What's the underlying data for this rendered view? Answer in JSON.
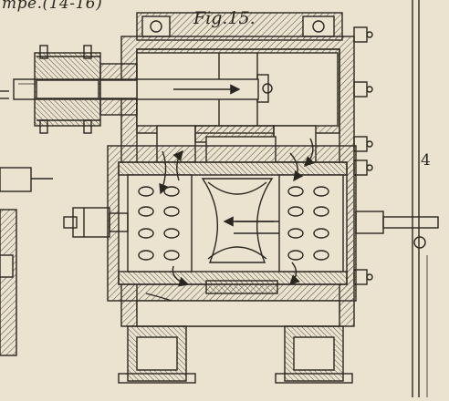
{
  "figure": {
    "caption_top": "mpe.(14-16)",
    "title": "Fig.15.",
    "side_number": "4"
  },
  "colors": {
    "paper": "#ebe3cf",
    "ink": "#2b2620",
    "hatch": "#5a5246"
  }
}
